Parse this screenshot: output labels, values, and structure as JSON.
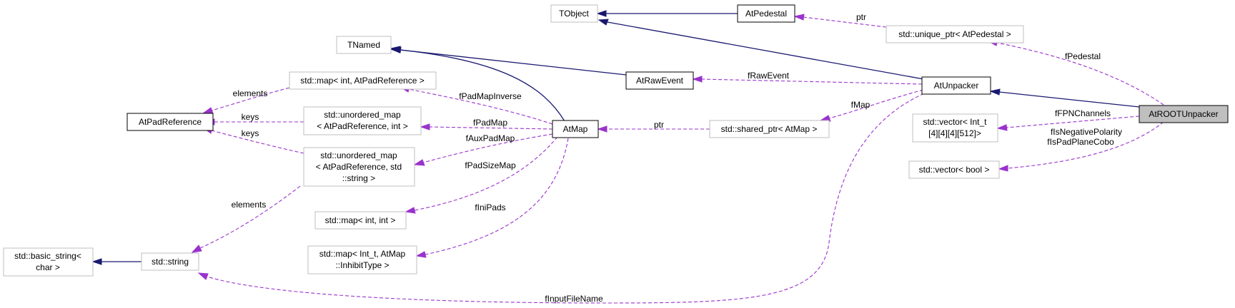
{
  "nodes": {
    "tobject": "TObject",
    "atpedestal": "AtPedestal",
    "unique_ptr": "std::unique_ptr< AtPedestal >",
    "tnamed": "TNamed",
    "map_int_padref": "std::map< int, AtPadReference >",
    "atrawevent": "AtRawEvent",
    "atunpacker": "AtUnpacker",
    "atrootunpacker": "AtROOTUnpacker",
    "atpadreference": "AtPadReference",
    "unordered_map_int": [
      "std::unordered_map",
      "< AtPadReference, int >"
    ],
    "atmap": "AtMap",
    "shared_ptr": "std::shared_ptr< AtMap >",
    "vector_int": [
      "std::vector< Int_t",
      "[4][4][4][512]>"
    ],
    "unordered_map_string": [
      "std::unordered_map",
      "< AtPadReference, std",
      "::string >"
    ],
    "vector_bool": "std::vector< bool >",
    "map_int_int": "std::map< int, int >",
    "basic_string": [
      "std::basic_string<",
      "char >"
    ],
    "std_string": "std::string",
    "map_inhibit": [
      "std::map< Int_t, AtMap",
      "::InhibitType >"
    ]
  },
  "edges": {
    "ptr_pedestal": "ptr",
    "fPedestal": "fPedestal",
    "fRawEvent": "fRawEvent",
    "fMap": "fMap",
    "fFPNChannels": "fFPNChannels",
    "fIsNegativePolarity": "fIsNegativePolarity",
    "fIsPadPlaneCobo": "fIsPadPlaneCobo",
    "elements_map": "elements",
    "keys_unordered_int": "keys",
    "keys_unordered_string": "keys",
    "fPadMapInverse": "fPadMapInverse",
    "fPadMap": "fPadMap",
    "fAuxPadMap": "fAuxPadMap",
    "fPadSizeMap": "fPadSizeMap",
    "fIniPads": "fIniPads",
    "ptr_map": "ptr",
    "elements_string": "elements",
    "fInputFileName": "fInputFileName"
  },
  "colors": {
    "inheritance": "#191970",
    "member": "#9a32cd",
    "focus_fill": "#bfbfbf",
    "grey_border": "#bfbfbf"
  }
}
